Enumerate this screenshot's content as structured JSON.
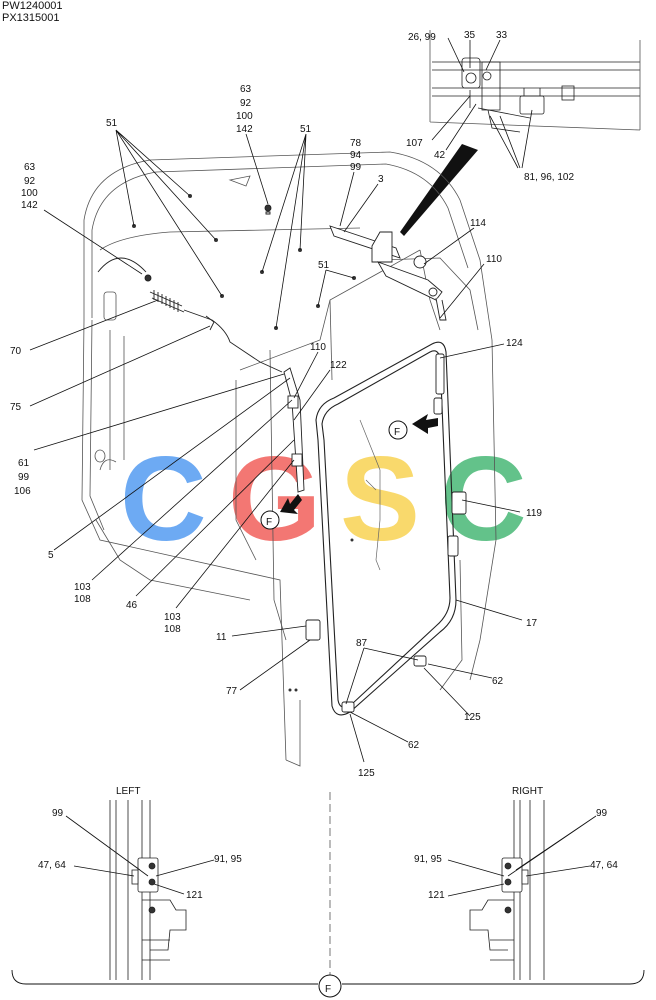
{
  "header": {
    "codes": [
      "PW1240001",
      "PX1315001"
    ]
  },
  "watermark": {
    "letters": [
      "C",
      "G",
      "S",
      "C"
    ],
    "colors": [
      "#3d8ef0",
      "#ef4a45",
      "#f7cd3c",
      "#2fae63"
    ]
  },
  "callouts": {
    "c26_99": "26, 99",
    "c35": "35",
    "c33": "33",
    "c107": "107",
    "c42": "42",
    "c81_96_102": "81, 96, 102",
    "c63a": "63",
    "c92a": "92",
    "c100a": "100",
    "c142a": "142",
    "c51a": "51",
    "c51b": "51",
    "c51c": "51",
    "c78": "78",
    "c94": "94",
    "c99a": "99",
    "c3": "3",
    "c63b": "63",
    "c92b": "92",
    "c100b": "100",
    "c142b": "142",
    "c114": "114",
    "c110a": "110",
    "c110b": "110",
    "c122": "122",
    "c124": "124",
    "c70": "70",
    "c75": "75",
    "c61": "61",
    "c99b": "99",
    "c106": "106",
    "c5": "5",
    "c103a": "103",
    "c108a": "108",
    "c46": "46",
    "c103b": "103",
    "c108b": "108",
    "c119": "119",
    "c17": "17",
    "c11": "11",
    "c77": "77",
    "c87": "87",
    "c62a": "62",
    "c62b": "62",
    "c125a": "125",
    "c125b": "125",
    "viewF1": "F",
    "viewF2": "F"
  },
  "detail": {
    "left_title": "LEFT",
    "right_title": "RIGHT",
    "l99": "99",
    "l47_64": "47, 64",
    "l91_95": "91, 95",
    "l121": "121",
    "r99": "99",
    "r47_64": "47, 64",
    "r91_95": "91, 95",
    "r121": "121",
    "view_label": "F"
  }
}
